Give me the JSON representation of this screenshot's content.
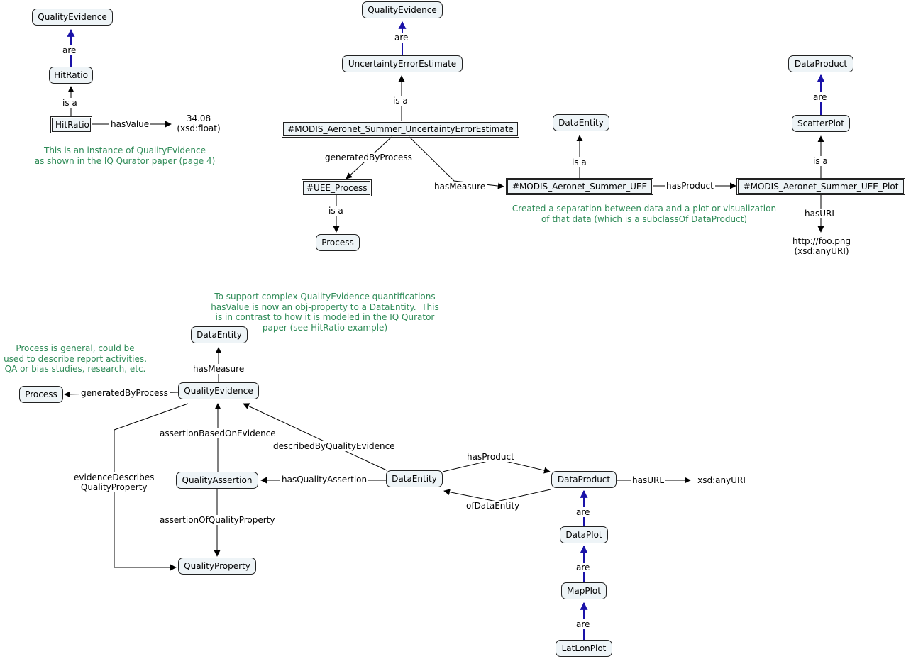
{
  "colors": {
    "node_fill": "#eef4f7",
    "node_border": "#222222",
    "subclass_arrow": "#1a12a8",
    "note_text": "#2e8b57",
    "line": "#000000"
  },
  "nodes": {
    "qe_top_left": "QualityEvidence",
    "hitratio_class": "HitRatio",
    "hitratio_instance": "HitRatio",
    "qe_top_mid": "QualityEvidence",
    "uee_class": "UncertaintyErrorEstimate",
    "modis_uee_estimate": "#MODIS_Aeronet_Summer_UncertaintyErrorEstimate",
    "uee_process": "#UEE_Process",
    "process_top": "Process",
    "dataentity_top": "DataEntity",
    "modis_uee": "#MODIS_Aeronet_Summer_UEE",
    "dataproduct_top": "DataProduct",
    "scatterplot": "ScatterPlot",
    "modis_uee_plot": "#MODIS_Aeronet_Summer_UEE_Plot",
    "dataentity_mid": "DataEntity",
    "qualityevidence": "QualityEvidence",
    "process_left": "Process",
    "qualityassertion": "QualityAssertion",
    "qualityproperty": "QualityProperty",
    "dataentity": "DataEntity",
    "dataproduct": "DataProduct",
    "dataplot": "DataPlot",
    "mapplot": "MapPlot",
    "latlonplot": "LatLonPlot"
  },
  "edges": {
    "are_1": "are",
    "isa_1": "is a",
    "hasvalue": "hasValue",
    "are_2": "are",
    "isa_2": "is a",
    "generatedbyprocess_top": "generatedByProcess",
    "isa_3": "is a",
    "hasmeasure_top": "hasMeasure",
    "isa_4": "is a",
    "hasproduct_top": "hasProduct",
    "are_3": "are",
    "isa_5": "is a",
    "hasurl_top": "hasURL",
    "hasmeasure": "hasMeasure",
    "generatedbyprocess": "generatedByProcess",
    "assertionbasedonevidence": "assertionBasedOnEvidence",
    "describedbyqualityevidence": "describedByQualityEvidence",
    "evidencedescribes": "evidenceDescribes\nQualityProperty",
    "hasqualityassertion": "hasQualityAssertion",
    "assertionofqualityproperty": "assertionOfQualityProperty",
    "hasproduct": "hasProduct",
    "ofdataentity": "ofDataEntity",
    "hasurl": "hasURL",
    "are_4": "are",
    "are_5": "are",
    "are_6": "are"
  },
  "literals": {
    "hitratio_value": "34.08\n(xsd:float)",
    "foo_png": "http://foo.png\n(xsd:anyURI)",
    "xsd_anyuri": "xsd:anyURI"
  },
  "notes": {
    "hitratio_note": "This is an instance of QualityEvidence\nas shown in the IQ Qurator paper (page 4)",
    "separation_note": "Created a separation between data and a plot or visualization\nof that data (which is a subclassOf DataProduct)",
    "hasvalue_note": "To support complex QualityEvidence quantifications\nhasValue is now an obj-property to a DataEntity.  This\nis in contrast to how it is modeled in the IQ Qurator\npaper (see HitRatio example)",
    "process_note": "Process is general, could be\nused to describe report activities,\nQA or bias studies, research, etc."
  }
}
